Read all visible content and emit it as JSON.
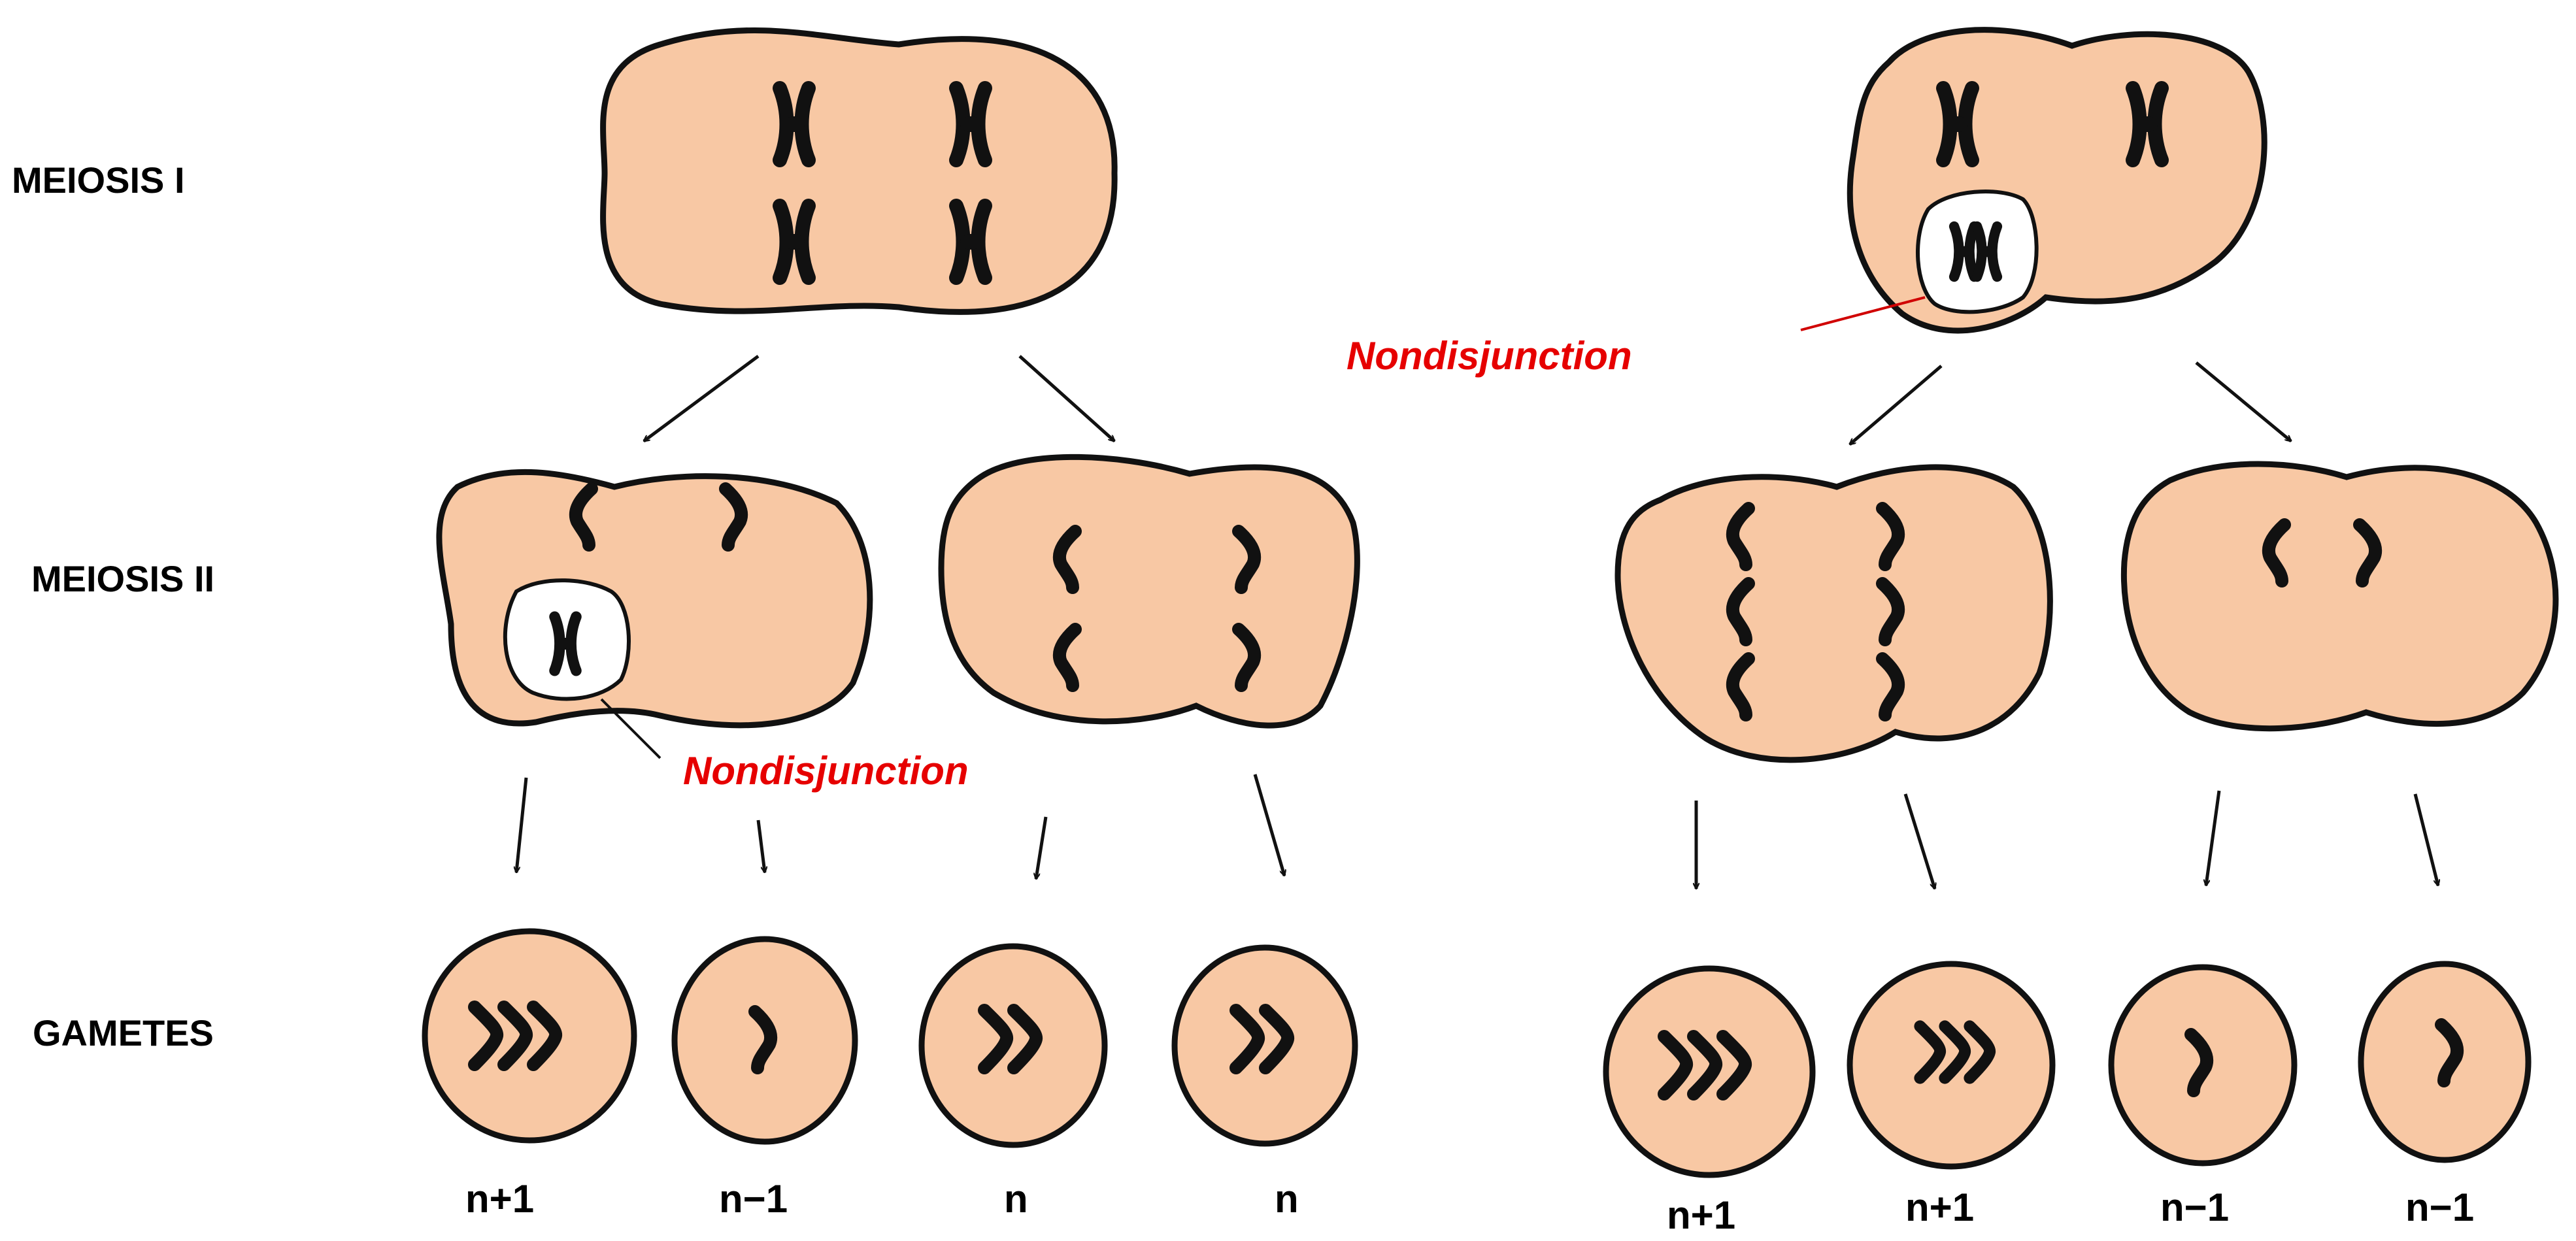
{
  "stages": {
    "meiosis_1": "MEIOSIS I",
    "meiosis_2": "MEIOSIS II",
    "gametes": "GAMETES"
  },
  "nondisjunction_left": "Nondisjunction",
  "nondisjunction_right": "Nondisjunction",
  "gamete_labels": [
    "n+1",
    "n−1",
    "n",
    "n",
    "n+1",
    "n+1",
    "n−1",
    "n−1"
  ],
  "colors": {
    "cell_fill": "#f8c8a4",
    "outline": "#111111",
    "chromosome": "#111111",
    "nondisjunction_text": "#e60000",
    "pointer_line_right": "#d00000"
  }
}
